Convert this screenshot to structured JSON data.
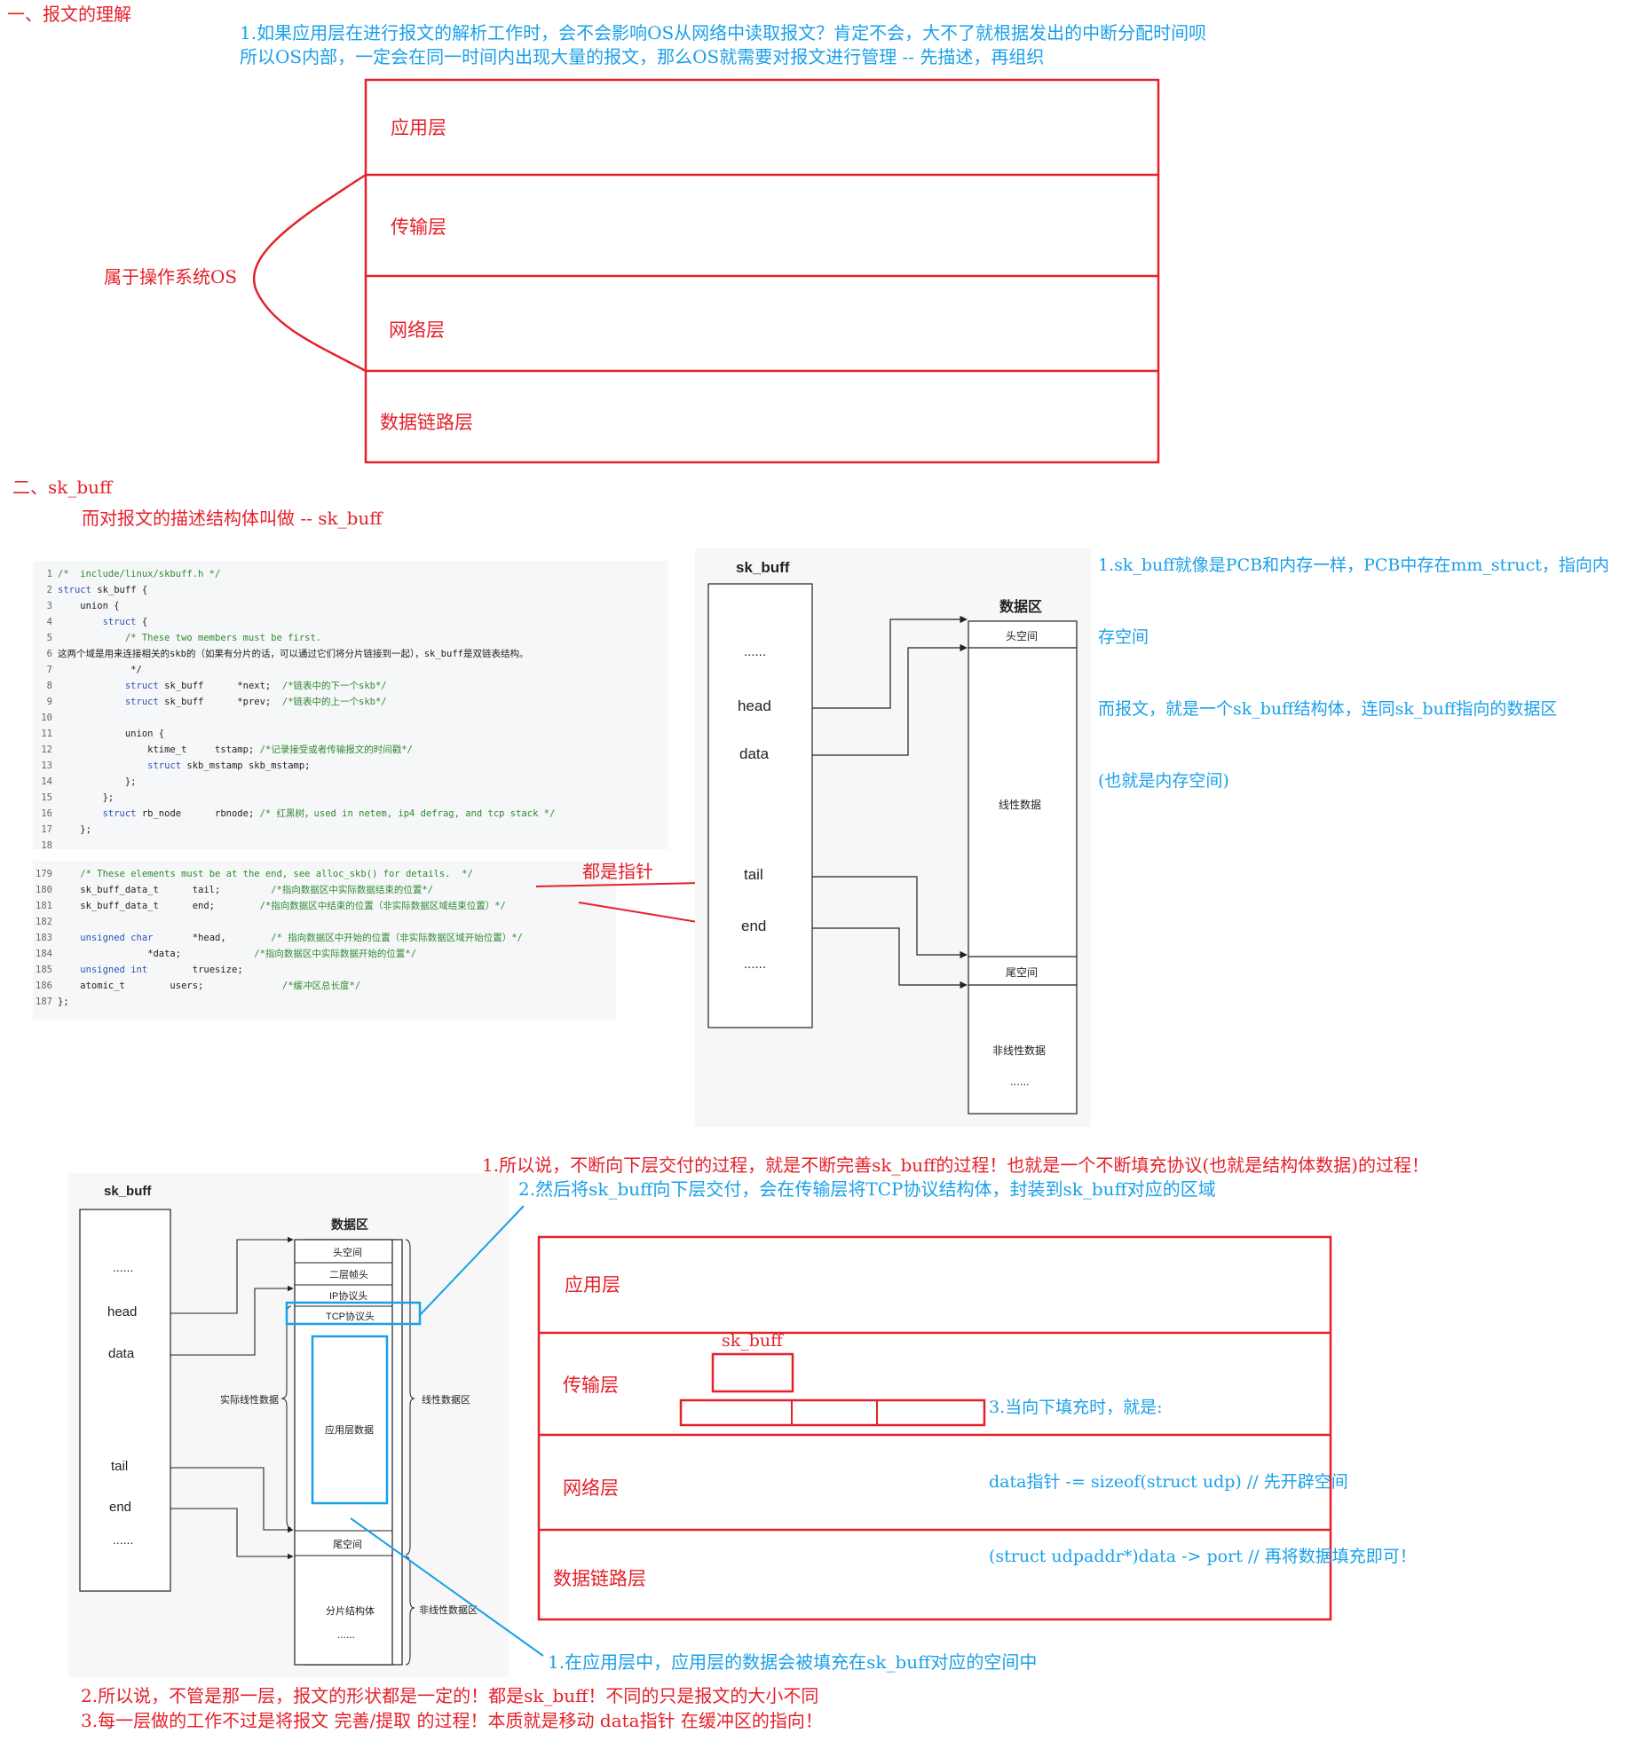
{
  "section1": {
    "title": "一、报文的理解",
    "note_lines": [
      "1.如果应用层在进行报文的解析工作时，会不会影响OS从网络中读取报文？肯定不会，大不了就根据发出的中断分配时间呗",
      "所以OS内部，一定会在同一时间内出现大量的报文，那么OS就需要对报文进行管理 -- 先描述，再组织"
    ],
    "layers": [
      "应用层",
      "传输层",
      "网络层",
      "数据链路层"
    ],
    "os_label": "属于操作系统OS"
  },
  "section2": {
    "title": "二、sk_buff",
    "subtitle": "而对报文的描述结构体叫做 -- sk_buff",
    "right_note_lines": [
      "1.sk_buff就像是PCB和内存一样，PCB中存在mm_struct，指向内",
      "存空间",
      "而报文，就是一个sk_buff结构体，连同sk_buff指向的数据区",
      "(也就是内存空间)"
    ],
    "pointer_note": "都是指针",
    "code1": [
      {
        "n": "1",
        "t": "/*  include/linux/skbuff.h */"
      },
      {
        "n": "2",
        "t": "struct sk_buff {"
      },
      {
        "n": "3",
        "t": "    union {"
      },
      {
        "n": "4",
        "t": "        struct {"
      },
      {
        "n": "5",
        "t": "            /* These two members must be first."
      },
      {
        "n": "6",
        "t": "这两个域是用来连接相关的skb的（如果有分片的话，可以通过它们将分片链接到一起），sk_buff是双链表结构。"
      },
      {
        "n": "7",
        "t": "             */"
      },
      {
        "n": "8",
        "t": "            struct sk_buff      *next;  /*链表中的下一个skb*/"
      },
      {
        "n": "9",
        "t": "            struct sk_buff      *prev;  /*链表中的上一个skb*/"
      },
      {
        "n": "10",
        "t": ""
      },
      {
        "n": "11",
        "t": "            union {"
      },
      {
        "n": "12",
        "t": "                ktime_t     tstamp; /*记录接受或者传输报文的时间戳*/"
      },
      {
        "n": "13",
        "t": "                struct skb_mstamp skb_mstamp;"
      },
      {
        "n": "14",
        "t": "            };"
      },
      {
        "n": "15",
        "t": "        };"
      },
      {
        "n": "16",
        "t": "        struct rb_node      rbnode; /* 红黑树，used in netem, ip4 defrag, and tcp stack */"
      },
      {
        "n": "17",
        "t": "    };"
      },
      {
        "n": "18",
        "t": ""
      }
    ],
    "code2": [
      {
        "n": "179",
        "t": "    /* These elements must be at the end, see alloc_skb() for details.  */"
      },
      {
        "n": "180",
        "t": "    sk_buff_data_t      tail;         /*指向数据区中实际数据结束的位置*/"
      },
      {
        "n": "181",
        "t": "    sk_buff_data_t      end;        /*指向数据区中结束的位置（非实际数据区域结束位置）*/"
      },
      {
        "n": "182",
        "t": ""
      },
      {
        "n": "183",
        "t": "    unsigned char       *head,        /* 指向数据区中开始的位置（非实际数据区域开始位置）*/"
      },
      {
        "n": "184",
        "t": "                *data;             /*指向数据区中实际数据开始的位置*/"
      },
      {
        "n": "185",
        "t": "    unsigned int        truesize;"
      },
      {
        "n": "186",
        "t": "    atomic_t        users;              /*缓冲区总长度*/"
      },
      {
        "n": "187",
        "t": "};"
      }
    ],
    "diagram1": {
      "skb_title": "sk_buff",
      "fields": [
        "......",
        "head",
        "data",
        "tail",
        "end",
        "......"
      ],
      "data_title": "数据区",
      "regions": [
        "头空间",
        "线性数据",
        "尾空间",
        "非线性数据",
        "......"
      ]
    }
  },
  "section3": {
    "notes_top": [
      "1.所以说，不断向下层交付的过程，就是不断完善sk_buff的过程！也就是一个不断填充协议(也就是结构体数据)的过程！",
      "2.然后将sk_buff向下层交付，会在传输层将TCP协议结构体，封装到sk_buff对应的区域"
    ],
    "diagram2": {
      "skb_title": "sk_buff",
      "fields": [
        "......",
        "head",
        "data",
        "tail",
        "end",
        "......"
      ],
      "data_title": "数据区",
      "regions": [
        "头空间",
        "二层帧头",
        "IP协议头",
        "TCP协议头",
        "应用层数据",
        "尾空间",
        "分片结构体",
        "......"
      ],
      "left_brace": "实际线性数据",
      "right_brace1": "线性数据区",
      "right_brace2": "非线性数据区"
    },
    "layers": [
      "应用层",
      "传输层",
      "网络层",
      "数据链路层"
    ],
    "skb_label": "sk_buff",
    "fill_note_lines": [
      "3.当向下填充时，就是:",
      "data指针 -= sizeof(struct udp) // 先开辟空间",
      "(struct udpaddr*)data -> port // 再将数据填充即可！"
    ],
    "app_note": "1.在应用层中，应用层的数据会被填充在sk_buff对应的空间中",
    "bottom_notes": [
      "2.所以说，不管是那一层，报文的形状都是一定的！都是sk_buff！不同的只是报文的大小不同",
      "3.每一层做的工作不过是将报文 完善/提取 的过程！本质就是移动 data指针 在缓冲区的指向！"
    ]
  },
  "colors": {
    "red": "#e5202a",
    "blue": "#1aa0e8"
  }
}
